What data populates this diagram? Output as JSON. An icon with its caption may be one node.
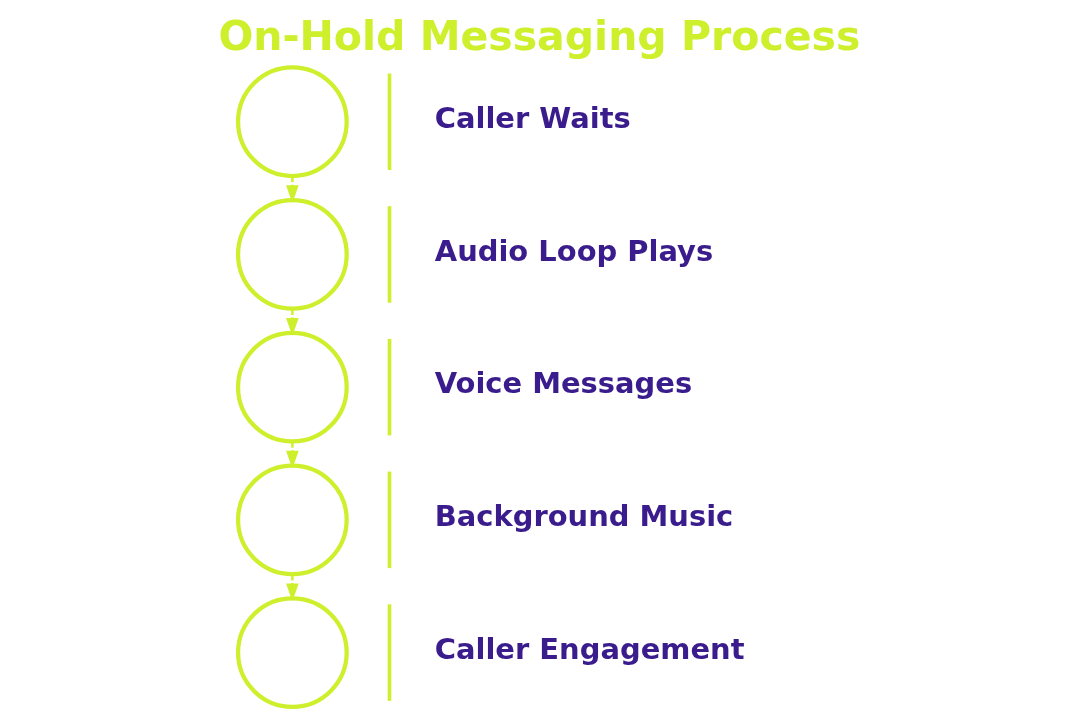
{
  "diagram": {
    "title": "On-Hold Messaging Process",
    "nodes": [
      {
        "text": [],
        "shape": "circle",
        "beside": [
          "Caller Waits"
        ]
      },
      {
        "text": [],
        "shape": "circle",
        "beside": [
          "Audio Loop Plays"
        ]
      },
      {
        "text": [],
        "shape": "circle",
        "beside": [
          "Voice Messages"
        ]
      },
      {
        "text": [],
        "shape": "circle",
        "beside": [
          "Background Music"
        ]
      },
      {
        "text": [],
        "shape": "circle",
        "beside": [
          "Caller Engagement"
        ]
      }
    ],
    "edges": [
      {
        "from": 0,
        "to": 1,
        "arrow": "to",
        "style": "dashed"
      },
      {
        "from": 1,
        "to": 2,
        "arrow": "to",
        "style": "dashed"
      },
      {
        "from": 2,
        "to": 3,
        "arrow": "to",
        "style": "dashed"
      },
      {
        "from": 3,
        "to": 4,
        "arrow": "to",
        "style": "dashed"
      }
    ]
  }
}
